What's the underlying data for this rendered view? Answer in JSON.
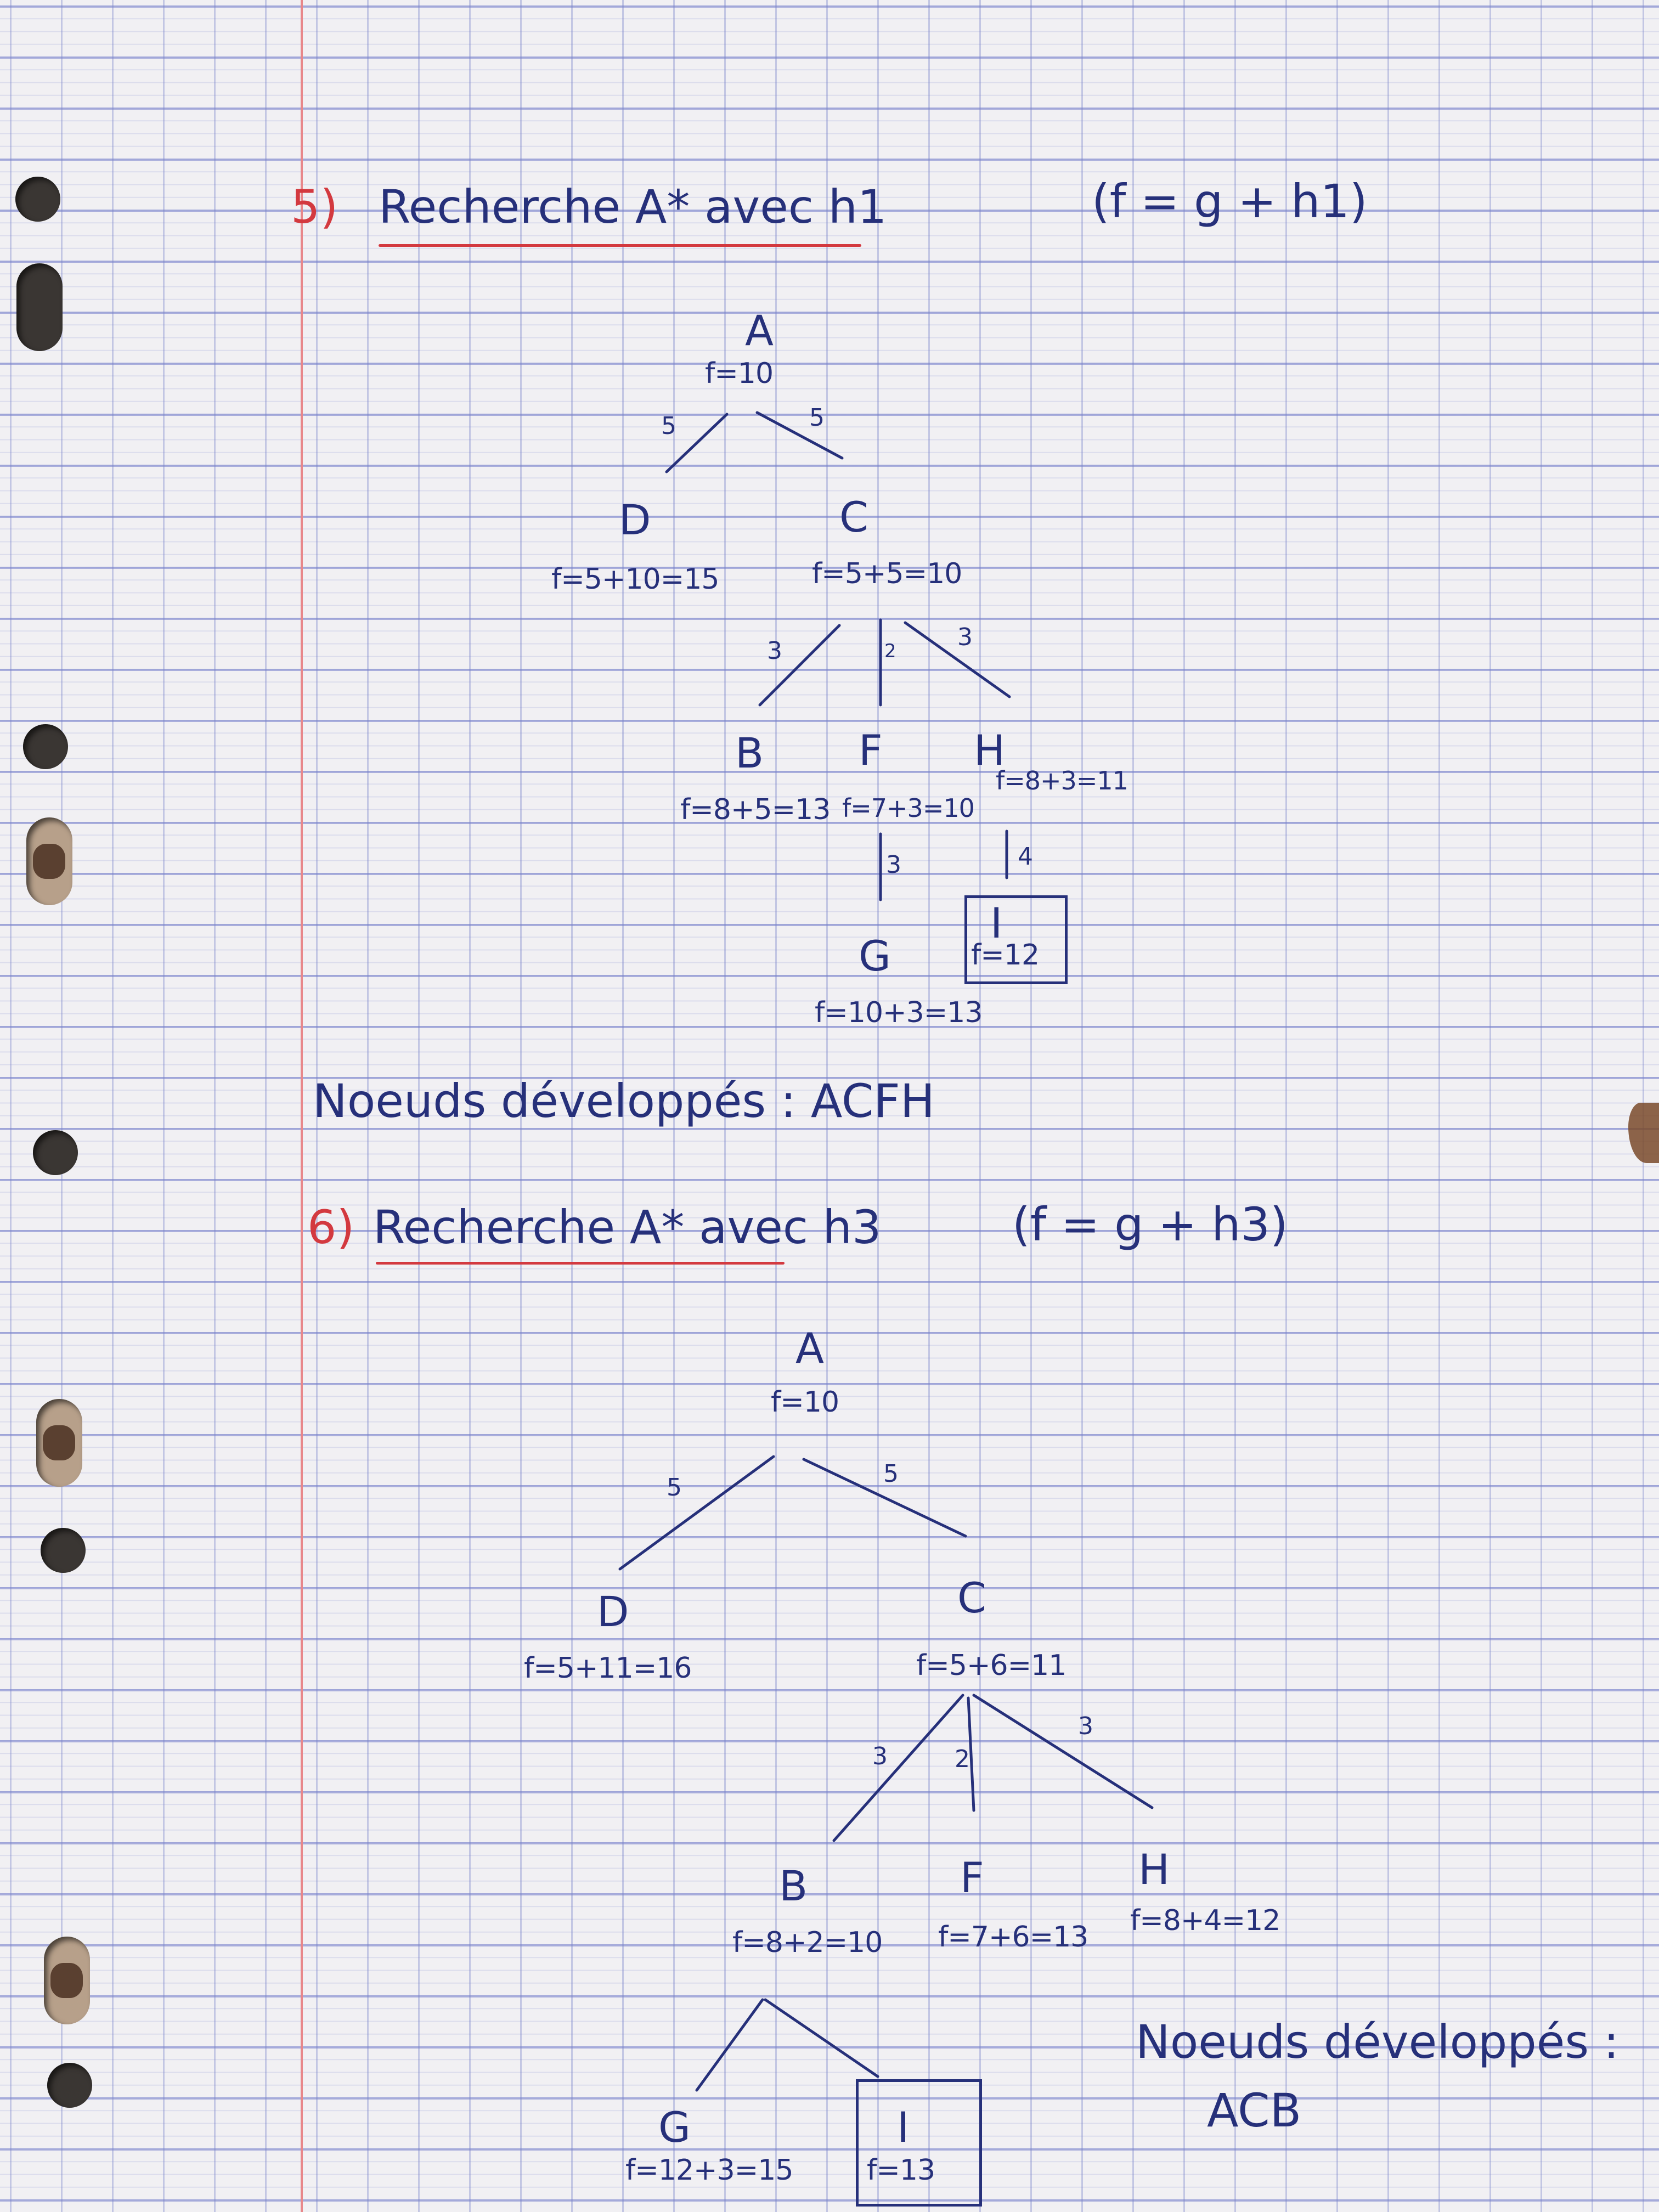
{
  "section5": {
    "number": "5)",
    "title": "Recherche A* avec h1",
    "formula": "(f = g + h1)",
    "tree": {
      "root": {
        "label": "A",
        "f": "f=10"
      },
      "edge_A_D": "5",
      "edge_A_C": "5",
      "D": {
        "label": "D",
        "f": "f=5+10=15"
      },
      "C": {
        "label": "C",
        "f": "f=5+5=10"
      },
      "edge_C_B": "3",
      "edge_C_F": "2",
      "edge_C_H": "3",
      "B": {
        "label": "B",
        "f": "f=8+5=13"
      },
      "F": {
        "label": "F",
        "f": "f=7+3=10"
      },
      "H": {
        "label": "H",
        "f": "f=8+3=11"
      },
      "edge_F_G": "3",
      "edge_H_I": "4",
      "G": {
        "label": "G",
        "f": "f=10+3=13"
      },
      "I": {
        "label": "I",
        "f": "f=12"
      }
    },
    "developed": "Noeuds développés : ACFH"
  },
  "section6": {
    "number": "6)",
    "title": "Recherche A* avec h3",
    "formula": "(f = g + h3)",
    "tree": {
      "root": {
        "label": "A",
        "f": "f=10"
      },
      "edge_A_D": "5",
      "edge_A_C": "5",
      "D": {
        "label": "D",
        "f": "f=5+11=16"
      },
      "C": {
        "label": "C",
        "f": "f=5+6=11"
      },
      "edge_C_B": "3",
      "edge_C_F": "2",
      "edge_C_H": "3",
      "B": {
        "label": "B",
        "f": "f=8+2=10"
      },
      "F": {
        "label": "F",
        "f": "f=7+6=13"
      },
      "H": {
        "label": "H",
        "f": "f=8+4=12"
      },
      "G": {
        "label": "G",
        "f": "f=12+3=15"
      },
      "I": {
        "label": "I",
        "f": "f=13"
      }
    },
    "developed_label": "Noeuds développés :",
    "developed_value": "ACB"
  }
}
